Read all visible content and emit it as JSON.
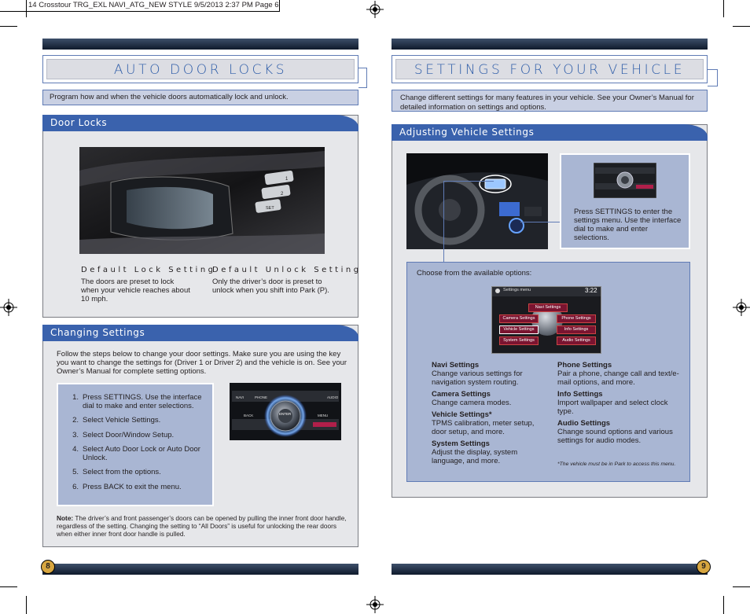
{
  "slug": "14 Crosstour TRG_EXL NAVI_ATG_NEW STYLE  9/5/2013  2:37 PM  Page 6",
  "left": {
    "title": "AUTO DOOR LOCKS",
    "intro": "Program how and when the vehicle doors automatically lock and unlock.",
    "door_locks": {
      "tab": "Door Locks",
      "image_buttons": [
        "1",
        "2",
        "SET"
      ],
      "default_lock_heading": "Default Lock Setting",
      "default_lock_text": "The doors are preset to lock when your vehicle reaches about 10 mph.",
      "default_unlock_heading": "Default Unlock Setting",
      "default_unlock_text": "Only the driver’s door is preset to unlock when you shift into Park (P)."
    },
    "changing": {
      "tab": "Changing Settings",
      "intro": "Follow the steps below to change your door settings. Make sure you are using the key you want to change the settings for (Driver 1 or Driver 2) and the vehicle is on. See your Owner’s Manual for complete setting options.",
      "steps": [
        {
          "n": "1.",
          "text": "Press SETTINGS. Use the interface dial to make and enter selections."
        },
        {
          "n": "2.",
          "text": "Select Vehicle Settings."
        },
        {
          "n": "3.",
          "text": "Select Door/Window Setup."
        },
        {
          "n": "4.",
          "text": "Select Auto Door Lock or Auto Door Unlock."
        },
        {
          "n": "5.",
          "text": "Select from the options."
        },
        {
          "n": "6.",
          "text": "Press BACK to exit the menu."
        }
      ],
      "console_labels": {
        "navi": "NAVI",
        "phone": "PHONE",
        "audio": "AUDIO",
        "back": "BACK",
        "enter": "ENTER",
        "menu": "MENU"
      },
      "note_label": "Note:",
      "note_text": "The driver’s and front passenger’s doors can be opened by pulling the inner front door handle, regardless of the setting. Changing the setting to “All Doors” is useful for unlocking the rear doors when either inner front door handle is pulled."
    },
    "page_number": "8"
  },
  "right": {
    "title": "SETTINGS FOR YOUR VEHICLE",
    "intro": "Change different settings for many features in your vehicle. See your Owner’s Manual for detailed information on settings and options.",
    "adjusting": {
      "tab": "Adjusting Vehicle Settings",
      "press_text": "Press SETTINGS to enter the settings menu. Use the interface dial to make and enter selections.",
      "choose_text": "Choose from the available options:",
      "screen": {
        "title": "Settings menu",
        "time": "3:22",
        "items": [
          "Navi Settings",
          "Camera Settings",
          "Phone Settings",
          "Vehicle Settings",
          "Info Settings",
          "System Settings",
          "Audio Settings"
        ]
      },
      "options_left": [
        {
          "name": "Navi Settings",
          "desc": "Change various settings for navigation system routing."
        },
        {
          "name": "Camera Settings",
          "desc": "Change camera modes."
        },
        {
          "name": "Vehicle Settings*",
          "desc": "TPMS calibration, meter setup, door setup, and more."
        },
        {
          "name": "System Settings",
          "desc": "Adjust the display, system language, and more."
        }
      ],
      "options_right": [
        {
          "name": "Phone Settings",
          "desc": "Pair a phone, change call and text/e-mail options, and more."
        },
        {
          "name": "Info Settings",
          "desc": "Import wallpaper and select clock type."
        },
        {
          "name": "Audio Settings",
          "desc": "Change sound options and various settings for audio modes."
        }
      ],
      "footnote": "*The vehicle must be in Park to access this menu."
    },
    "page_number": "9"
  }
}
